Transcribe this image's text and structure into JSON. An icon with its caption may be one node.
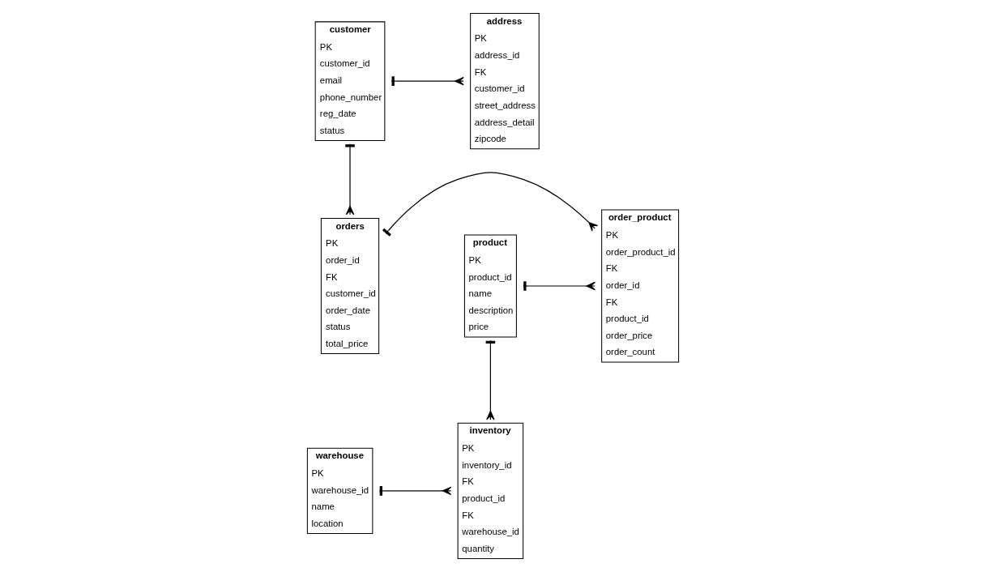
{
  "diagram": {
    "nodes": [
      {
        "text": [
          "customer",
          "PK",
          "customer_id",
          "email",
          "phone_number",
          "reg_date",
          "status"
        ]
      },
      {
        "text": [
          "address",
          "PK",
          "address_id",
          "FK",
          "customer_id",
          "street_address",
          "address_detail",
          "zipcode"
        ]
      },
      {
        "text": [
          "orders",
          "PK",
          "order_id",
          "FK",
          "customer_id",
          "order_date",
          "status",
          "total_price"
        ]
      },
      {
        "text": [
          "order_product",
          "PK",
          "order_product_id",
          "FK",
          "order_id",
          "FK",
          "product_id",
          "order_price",
          "order_count"
        ]
      },
      {
        "text": [
          "product",
          "PK",
          "product_id",
          "name",
          "description",
          "price"
        ]
      },
      {
        "text": [
          "inventory",
          "PK",
          "inventory_id",
          "FK",
          "product_id",
          "FK",
          "warehouse_id",
          "quantity"
        ]
      },
      {
        "text": [
          "warehouse",
          "PK",
          "warehouse_id",
          "name",
          "location"
        ]
      }
    ],
    "edges": [
      {
        "from": 0,
        "to": 1,
        "arrow": "other"
      },
      {
        "from": 0,
        "to": 2,
        "arrow": "other"
      },
      {
        "from": 2,
        "to": 3,
        "arrow": "other"
      },
      {
        "from": 4,
        "to": 3,
        "arrow": "other"
      },
      {
        "from": 4,
        "to": 5,
        "arrow": "other"
      },
      {
        "from": 6,
        "to": 5,
        "arrow": "other"
      }
    ]
  }
}
